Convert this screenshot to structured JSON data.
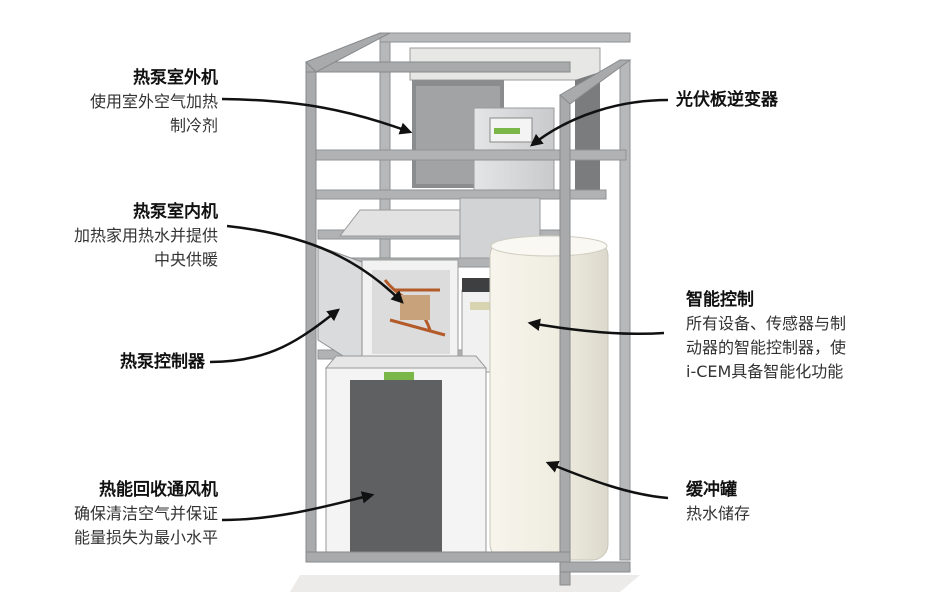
{
  "callouts": {
    "outdoor_unit": {
      "title": "热泵室外机",
      "lines": [
        "使用室外空气加热",
        "制冷剂"
      ]
    },
    "indoor_unit": {
      "title": "热泵室内机",
      "lines": [
        "加热家用热水并提供",
        "中央供暖"
      ]
    },
    "controller": {
      "title": "热泵控制器"
    },
    "ventilation": {
      "title": "热能回收通风机",
      "lines": [
        "确保清洁空气并保证",
        "能量损失为最小水平"
      ]
    },
    "inverter": {
      "title": "光伏板逆变器"
    },
    "smart_control": {
      "title": "智能控制",
      "lines": [
        "所有设备、传感器与制",
        "动器的智能控制器，使",
        "i-CEM具备智能化功能"
      ]
    },
    "buffer_tank": {
      "title": "缓冲罐",
      "lines": [
        "热水储存"
      ]
    }
  },
  "colors": {
    "frame": "#a8aaac",
    "panel": "#d9dadb",
    "dark_panel": "#5f6062",
    "tank": "#f3f1e6",
    "arrow": "#111111",
    "display": "#7ab648"
  }
}
